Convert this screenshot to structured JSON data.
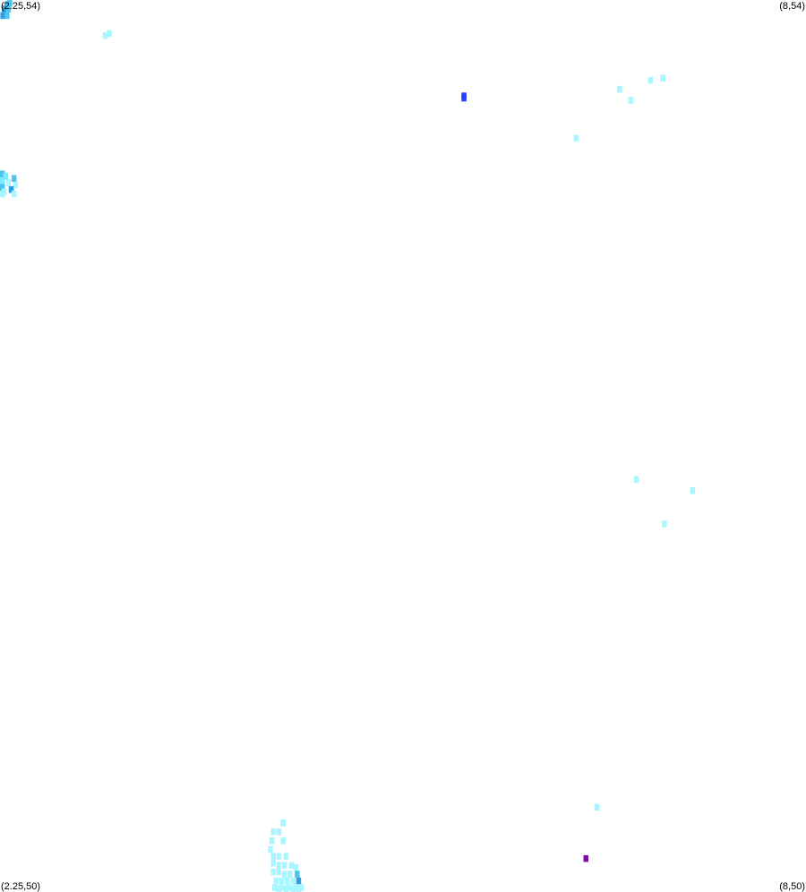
{
  "corners": {
    "top_left": "(2.25,54)",
    "top_right": "(8,54)",
    "bottom_left": "(2.25,50)",
    "bottom_right": "(8,50)"
  },
  "colors": {
    "cyan_light": "#a8f6ff",
    "cyan_mid": "#7de8ff",
    "sky": "#4cc6f0",
    "blue_mid": "#2f9fe0",
    "blue": "#2a40ff",
    "purple": "#7a0ca8"
  },
  "chart_data": {
    "type": "heatmap",
    "xlim": [
      2.25,
      8
    ],
    "ylim": [
      50,
      54
    ],
    "grid": false,
    "legend": "none",
    "cell_size": [
      0.035,
      0.03
    ],
    "points": [
      {
        "x": 2.3,
        "y": 53.98,
        "c": "sky"
      },
      {
        "x": 2.32,
        "y": 53.99,
        "c": "sky"
      },
      {
        "x": 2.28,
        "y": 53.96,
        "c": "blue_mid"
      },
      {
        "x": 2.31,
        "y": 53.96,
        "c": "sky"
      },
      {
        "x": 2.27,
        "y": 53.93,
        "c": "blue_mid"
      },
      {
        "x": 2.3,
        "y": 53.93,
        "c": "sky"
      },
      {
        "x": 3.03,
        "y": 53.85,
        "c": "cyan_light"
      },
      {
        "x": 3.0,
        "y": 53.84,
        "c": "cyan_light"
      },
      {
        "x": 2.26,
        "y": 53.22,
        "c": "sky"
      },
      {
        "x": 2.29,
        "y": 53.21,
        "c": "cyan_mid"
      },
      {
        "x": 2.35,
        "y": 53.2,
        "c": "sky"
      },
      {
        "x": 2.26,
        "y": 53.19,
        "c": "cyan_mid"
      },
      {
        "x": 2.31,
        "y": 53.18,
        "c": "cyan_light"
      },
      {
        "x": 2.36,
        "y": 53.17,
        "c": "cyan_light"
      },
      {
        "x": 2.26,
        "y": 53.16,
        "c": "sky"
      },
      {
        "x": 2.33,
        "y": 53.15,
        "c": "blue_mid"
      },
      {
        "x": 2.28,
        "y": 53.14,
        "c": "cyan_light"
      },
      {
        "x": 2.35,
        "y": 53.13,
        "c": "cyan_light"
      },
      {
        "x": 2.26,
        "y": 53.13,
        "c": "cyan_light"
      },
      {
        "x": 5.56,
        "y": 53.57,
        "c": "blue"
      },
      {
        "x": 5.56,
        "y": 53.56,
        "c": "blue"
      },
      {
        "x": 6.36,
        "y": 53.38,
        "c": "cyan_light"
      },
      {
        "x": 6.67,
        "y": 53.6,
        "c": "cyan_light"
      },
      {
        "x": 6.75,
        "y": 53.55,
        "c": "cyan_light"
      },
      {
        "x": 6.89,
        "y": 53.64,
        "c": "cyan_light"
      },
      {
        "x": 6.98,
        "y": 53.65,
        "c": "cyan_light"
      },
      {
        "x": 6.79,
        "y": 51.85,
        "c": "cyan_light"
      },
      {
        "x": 7.19,
        "y": 51.8,
        "c": "cyan_light"
      },
      {
        "x": 6.99,
        "y": 51.65,
        "c": "cyan_light"
      },
      {
        "x": 6.51,
        "y": 50.38,
        "c": "cyan_light"
      },
      {
        "x": 6.43,
        "y": 50.15,
        "c": "purple"
      },
      {
        "x": 4.27,
        "y": 50.31,
        "c": "cyan_light"
      },
      {
        "x": 4.2,
        "y": 50.27,
        "c": "cyan_light"
      },
      {
        "x": 4.24,
        "y": 50.27,
        "c": "cyan_light"
      },
      {
        "x": 4.19,
        "y": 50.23,
        "c": "cyan_light"
      },
      {
        "x": 4.27,
        "y": 50.23,
        "c": "cyan_light"
      },
      {
        "x": 4.18,
        "y": 50.19,
        "c": "cyan_light"
      },
      {
        "x": 4.2,
        "y": 50.16,
        "c": "cyan_light"
      },
      {
        "x": 4.24,
        "y": 50.16,
        "c": "cyan_light"
      },
      {
        "x": 4.29,
        "y": 50.16,
        "c": "cyan_light"
      },
      {
        "x": 4.2,
        "y": 50.13,
        "c": "cyan_light"
      },
      {
        "x": 4.24,
        "y": 50.12,
        "c": "cyan_light"
      },
      {
        "x": 4.28,
        "y": 50.12,
        "c": "cyan_light"
      },
      {
        "x": 4.33,
        "y": 50.12,
        "c": "cyan_light"
      },
      {
        "x": 4.36,
        "y": 50.11,
        "c": "cyan_light"
      },
      {
        "x": 4.2,
        "y": 50.09,
        "c": "cyan_light"
      },
      {
        "x": 4.24,
        "y": 50.09,
        "c": "cyan_light"
      },
      {
        "x": 4.28,
        "y": 50.08,
        "c": "cyan_light"
      },
      {
        "x": 4.32,
        "y": 50.08,
        "c": "cyan_light"
      },
      {
        "x": 4.37,
        "y": 50.08,
        "c": "sky"
      },
      {
        "x": 4.22,
        "y": 50.05,
        "c": "cyan_light"
      },
      {
        "x": 4.26,
        "y": 50.05,
        "c": "cyan_light"
      },
      {
        "x": 4.3,
        "y": 50.05,
        "c": "cyan_light"
      },
      {
        "x": 4.34,
        "y": 50.05,
        "c": "cyan_light"
      },
      {
        "x": 4.38,
        "y": 50.05,
        "c": "blue_mid"
      },
      {
        "x": 4.21,
        "y": 50.02,
        "c": "cyan_light"
      },
      {
        "x": 4.26,
        "y": 50.02,
        "c": "cyan_light"
      },
      {
        "x": 4.31,
        "y": 50.02,
        "c": "cyan_light"
      },
      {
        "x": 4.36,
        "y": 50.02,
        "c": "cyan_light"
      },
      {
        "x": 4.4,
        "y": 50.02,
        "c": "cyan_light"
      },
      {
        "x": 4.24,
        "y": 50.005,
        "c": "cyan_light"
      },
      {
        "x": 4.29,
        "y": 50.005,
        "c": "cyan_light"
      },
      {
        "x": 4.34,
        "y": 50.005,
        "c": "cyan_light"
      },
      {
        "x": 4.38,
        "y": 50.005,
        "c": "cyan_light"
      }
    ]
  }
}
